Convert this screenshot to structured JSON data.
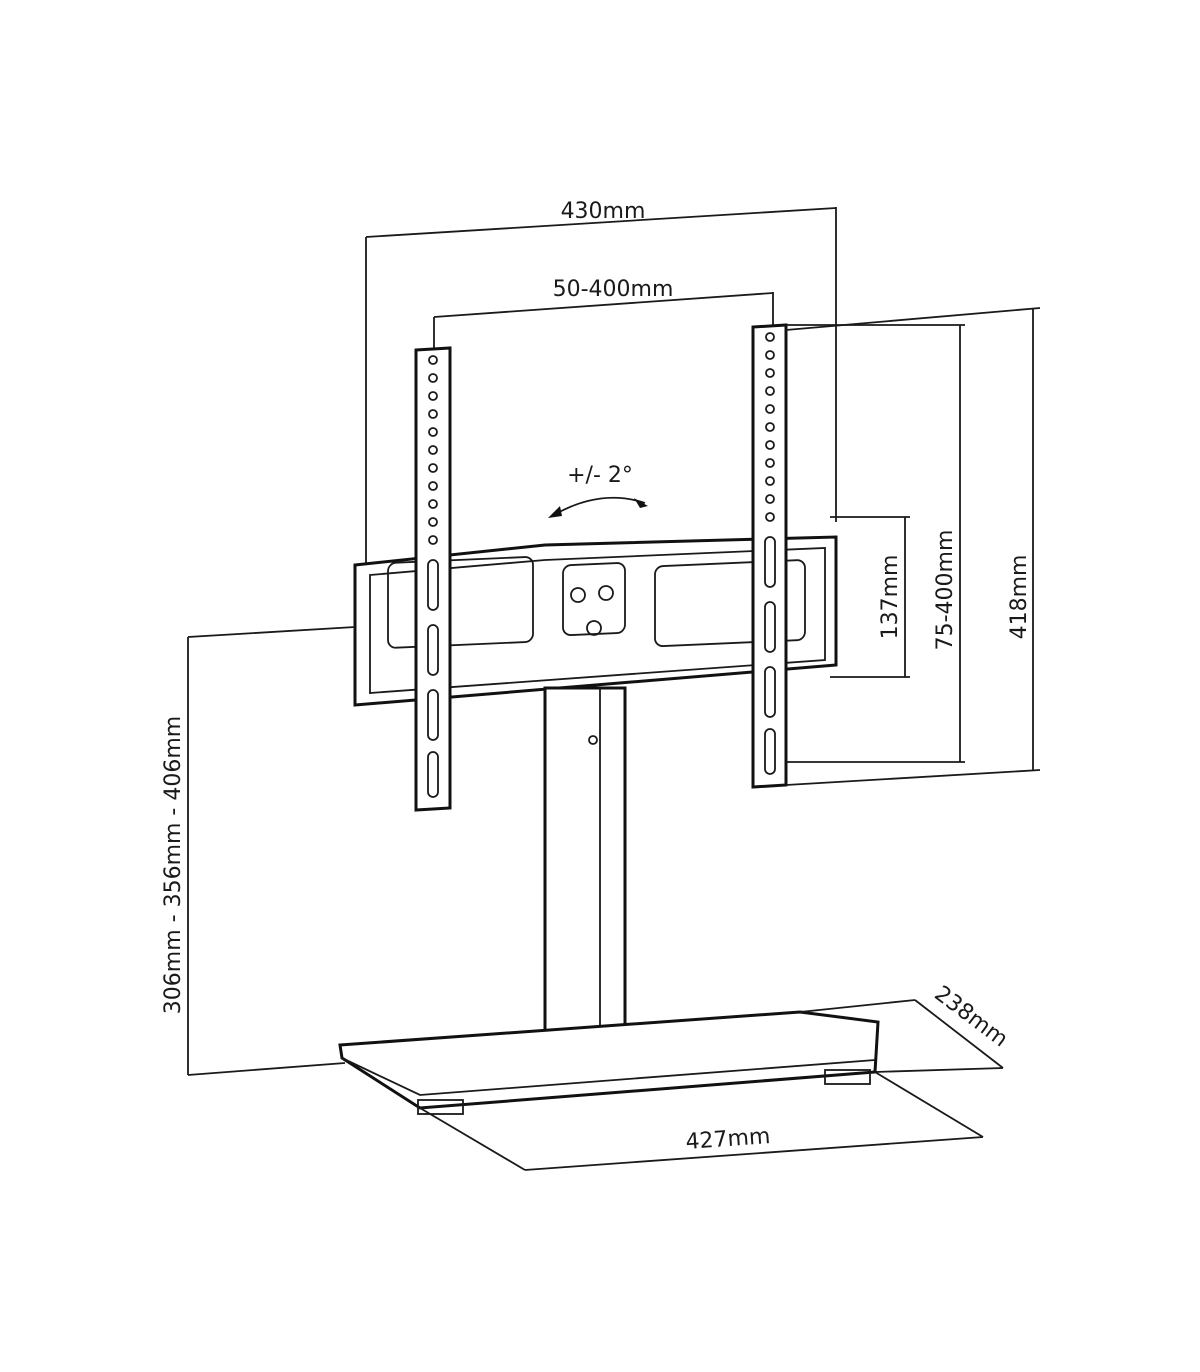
{
  "dimensions": {
    "total_width": "430mm",
    "vesa_horizontal": "50-400mm",
    "tilt": "+/- 2°",
    "plate_height": "137mm",
    "vesa_vertical": "75-400mm",
    "bracket_height": "418mm",
    "height_range": "306mm - 356mm - 406mm",
    "base_depth": "238mm",
    "base_width": "427mm"
  }
}
